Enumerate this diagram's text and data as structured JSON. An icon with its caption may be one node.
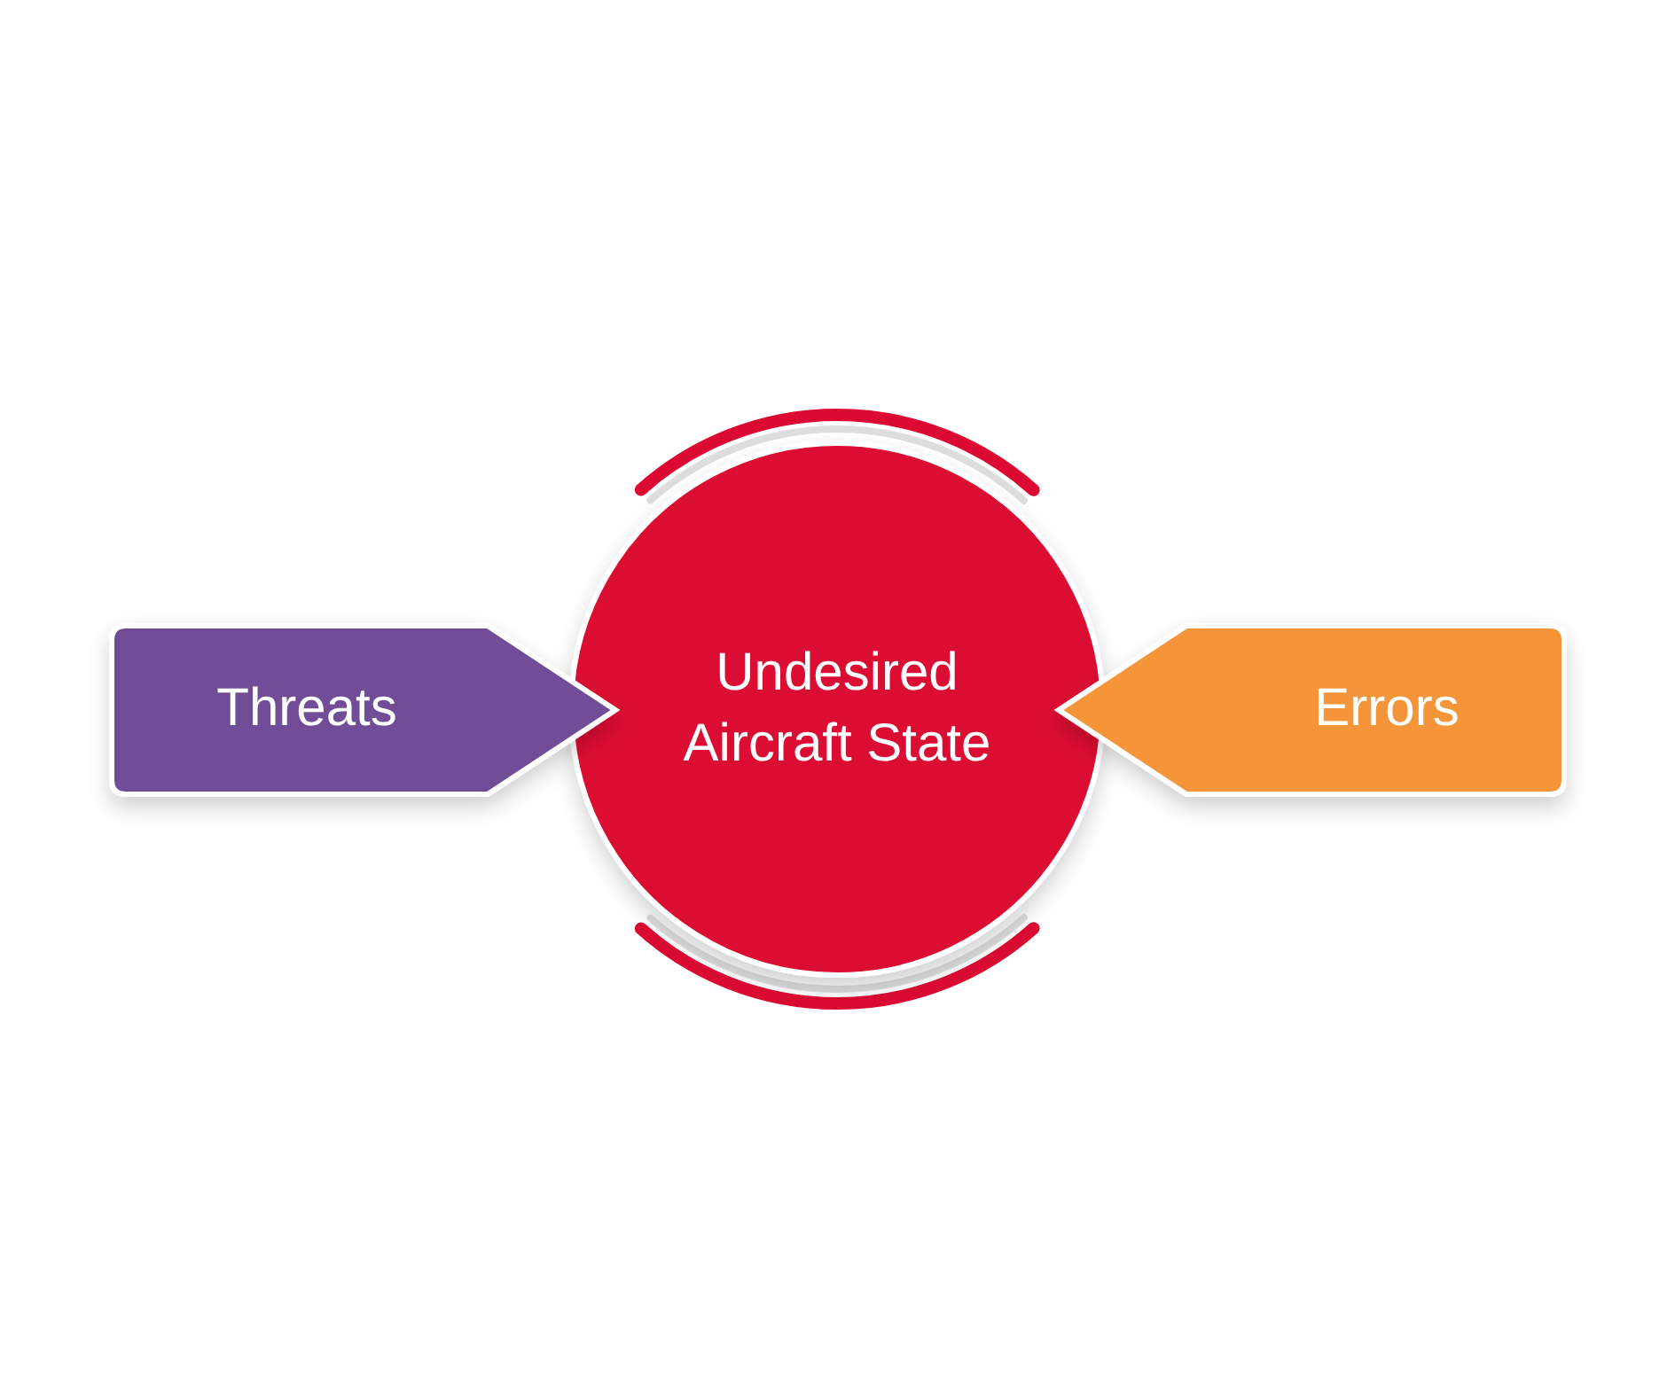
{
  "diagram": {
    "nodes": [
      {
        "text": [
          "Threats"
        ]
      },
      {
        "text": [
          "Undesired Aircraft State"
        ]
      },
      {
        "text": [
          "Errors"
        ]
      }
    ]
  }
}
